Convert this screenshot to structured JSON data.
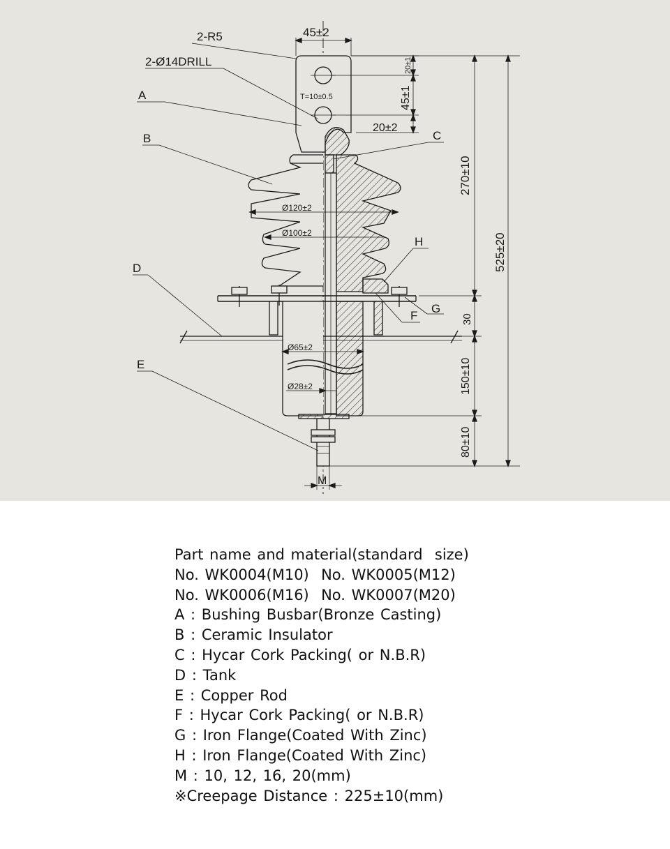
{
  "drawing": {
    "dimensions": {
      "top_width": "45±2",
      "radius": "2-R5",
      "drill": "2-Ø14DRILL",
      "thickness": "T=10±0.5",
      "hole_offset_top": "20±1",
      "hole_spacing": "45±1",
      "hole_to_shoulder": "20±2",
      "upper_length": "270±10",
      "total_length": "525±20",
      "shed_diameter": "Ø120±2",
      "body_diameter": "Ø100±2",
      "flange_height": "30",
      "tank_diameter": "Ø65±2",
      "lower_length": "150±10",
      "rod_diameter": "Ø28±2",
      "rod_length": "80±10",
      "thread": "M"
    },
    "callouts": [
      "A",
      "B",
      "C",
      "D",
      "E",
      "F",
      "G",
      "H"
    ]
  },
  "legend": {
    "lines": [
      "Part name and material(standard  size)",
      "No. WK0004(M10)  No. WK0005(M12)",
      "No. WK0006(M16)  No. WK0007(M20)",
      "A : Bushing Busbar(Bronze Casting)",
      "B : Ceramic Insulator",
      "C : Hycar Cork Packing( or N.B.R)",
      "D : Tank",
      "E : Copper Rod",
      "F : Hycar Cork Packing( or N.B.R)",
      "G : Iron Flange(Coated With Zinc)",
      "H : Iron Flange(Coated With Zinc)",
      "M : 10, 12, 16, 20(mm)",
      "※Creepage Distance : 225±10(mm)"
    ]
  },
  "colors": {
    "panel_background": "#e7e5df",
    "line": "#1a1a1a",
    "page_background": "#ffffff"
  }
}
